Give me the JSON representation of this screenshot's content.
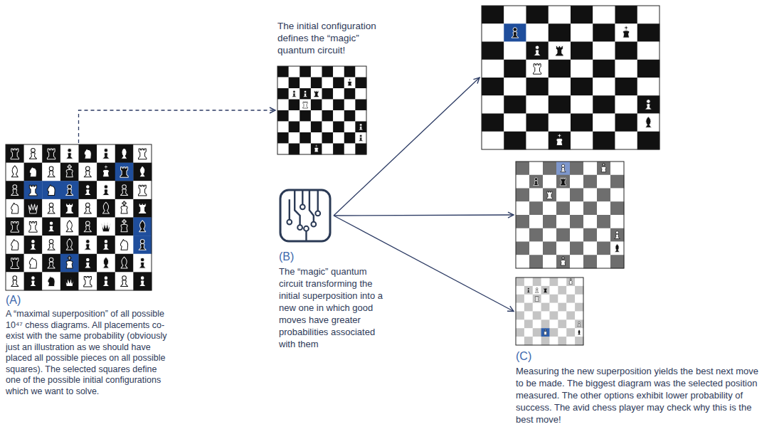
{
  "diagram": {
    "nodes": [
      {
        "text": [
          "(A)",
          "A “maximal superposition” of all possible 10⁴⁷ chess diagrams. All placements co-exist with the same probability (obviously just an illustration as we should have placed all possible pieces on all possible squares). The selected squares define one of the possible initial configurations which we want to solve."
        ]
      },
      {
        "text": [
          "The initial configuration defines the “magic” quantum circuit!"
        ]
      },
      {
        "text": [
          "(B)",
          "The “magic” quantum circuit transforming the initial superposition into a new one in which good moves have greater probabilities associated with them"
        ]
      },
      {
        "text": []
      },
      {
        "text": []
      },
      {
        "text": [
          "(C)",
          "Measuring the new superposition yields the best next move to be made. The biggest diagram was the selected position measured. The other options exhibit lower probability of success. The avid chess player may check why this is the best move!"
        ]
      }
    ],
    "edges": [
      {
        "from": 0,
        "to": 1,
        "arrow": "to"
      },
      {
        "from": 2,
        "to": 3,
        "arrow": "to"
      },
      {
        "from": 2,
        "to": 4,
        "arrow": "to"
      },
      {
        "from": 2,
        "to": 5,
        "arrow": "to"
      }
    ]
  }
}
